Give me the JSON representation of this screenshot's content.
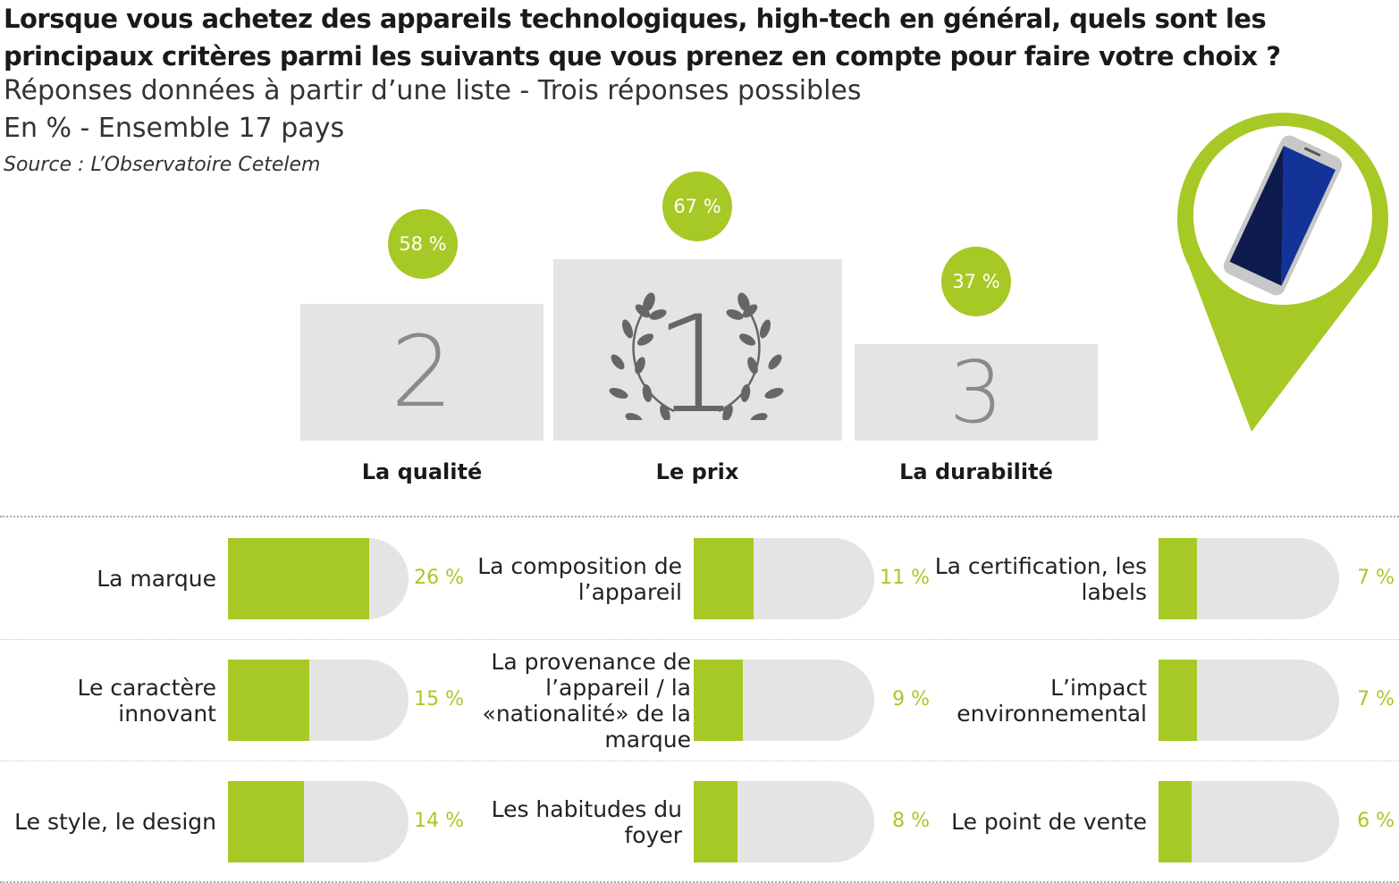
{
  "header": {
    "title": "Lorsque vous achetez des appareils technologiques, high-tech en général, quels sont les principaux critères parmi les suivants que vous prenez en compte pour faire votre choix ?",
    "subtitle1": "Réponses données à partir d’une liste - Trois réponses possibles",
    "subtitle2": "En % - Ensemble 17 pays",
    "source": "Source : L’Observatoire Cetelem"
  },
  "colors": {
    "accent": "#a6c925",
    "track": "#e4e4e4",
    "phone_dark": "#0d1b4f",
    "phone_blue": "#143399"
  },
  "chart_data": {
    "type": "bar",
    "title": "Principaux critères de choix des appareils high-tech",
    "unit": "%",
    "podium": [
      {
        "rank": "2",
        "label": "La qualité",
        "value": 58,
        "value_label": "58 %"
      },
      {
        "rank": "1",
        "label": "Le prix",
        "value": 67,
        "value_label": "67 %"
      },
      {
        "rank": "3",
        "label": "La durabilité",
        "value": 37,
        "value_label": "37 %"
      }
    ],
    "bars": [
      {
        "label": "La marque",
        "value": 26,
        "value_label": "26 %"
      },
      {
        "label": "Le caractère innovant",
        "value": 15,
        "value_label": "15 %"
      },
      {
        "label": "Le style, le design",
        "value": 14,
        "value_label": "14 %"
      },
      {
        "label": "La composition de l’appareil",
        "value": 11,
        "value_label": "11 %"
      },
      {
        "label": "La provenance de l’appareil / la «nationalité» de la marque",
        "value": 9,
        "value_label": "9 %"
      },
      {
        "label": "Les habitudes du foyer",
        "value": 8,
        "value_label": "8 %"
      },
      {
        "label": "La certification, les labels",
        "value": 7,
        "value_label": "7 %"
      },
      {
        "label": "L’impact environnemental",
        "value": 7,
        "value_label": "7 %"
      },
      {
        "label": "Le point de vente",
        "value": 6,
        "value_label": "6 %"
      }
    ],
    "bar_max": 33.2
  }
}
